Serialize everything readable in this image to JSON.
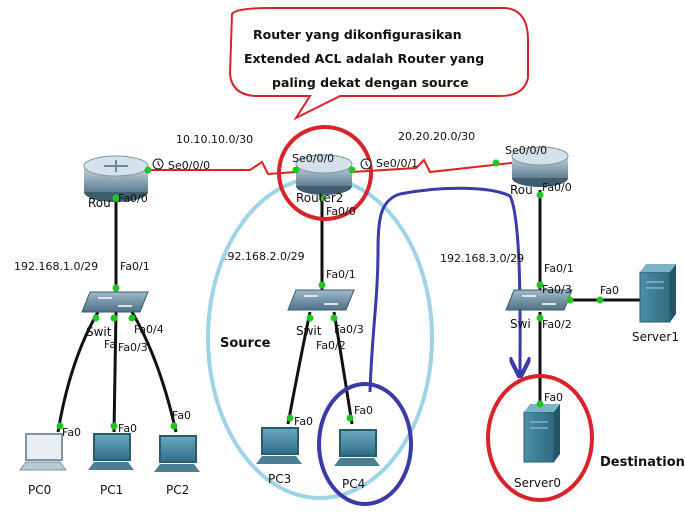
{
  "callout": {
    "line1": "Router yang dikonfigurasikan",
    "line2": "Extended ACL adalah Router yang",
    "line3": "paling dekat dengan source"
  },
  "networks": {
    "wan1": "10.10.10.0/30",
    "wan2": "20.20.20.0/30",
    "lan1": "192.168.1.0/29",
    "lan2": ".92.168.2.0/29",
    "lan3": "192.168.3.0/29"
  },
  "router1": {
    "name": "Rou",
    "port_serial": "Se0/0/0",
    "port_fa": "Fa0/0"
  },
  "router2": {
    "name": "Router2",
    "port_se0": "Se0/0/0",
    "port_se1": "Se0/0/1",
    "port_fa": "Fa0/0"
  },
  "router3": {
    "name": "Rou",
    "port_serial": "Se0/0/0",
    "port_fa": "Fa0/0"
  },
  "switch1": {
    "name": "Swit",
    "uplink": "Fa0/1",
    "p4": "Fa0/4",
    "p2": "Fa",
    "p3": "Fa0/3"
  },
  "switch2": {
    "name": "Swit",
    "uplink": "Fa0/1",
    "p3": "Fa0/3",
    "p2": "Fa0/2"
  },
  "switch3": {
    "name": "Swi",
    "uplink": "Fa0/1",
    "p3": "Fa0/3",
    "p2": "Fa0/2",
    "p0": "Fa0"
  },
  "pcs": {
    "pc0": {
      "name": "PC0",
      "port": "Fa0"
    },
    "pc1": {
      "name": "PC1",
      "port": "Fa0"
    },
    "pc2": {
      "name": "PC2",
      "port": "Fa0"
    },
    "pc3": {
      "name": "PC3",
      "port": "Fa0"
    },
    "pc4": {
      "name": "PC4",
      "port": "Fa0"
    }
  },
  "servers": {
    "server0": {
      "name": "Server0",
      "port": "Fa0"
    },
    "server1": {
      "name": "Server1"
    }
  },
  "annotations": {
    "source": "Source",
    "destination": "Destination"
  },
  "colors": {
    "callout_border": "#d9232a",
    "highlight_red": "#d9232a",
    "source_ellipse": "#9fd3e6",
    "pc4_circle": "#3a3aa8",
    "path_arrow": "#3a3aa8",
    "link": "#111111",
    "serial_link": "#e02020",
    "port_dot": "#22c422"
  }
}
